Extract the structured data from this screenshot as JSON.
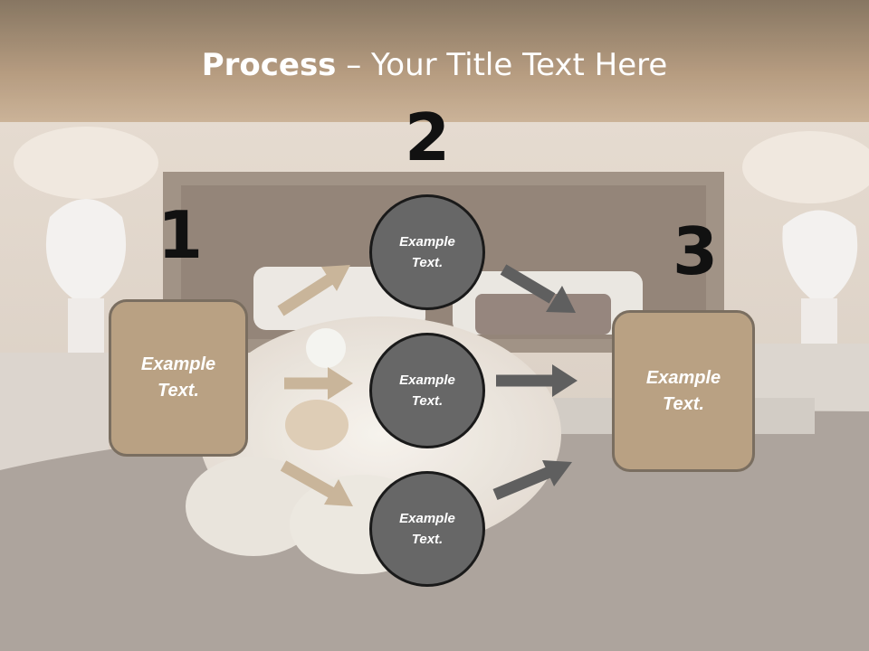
{
  "title": {
    "bold": "Process",
    "rest": " – Your Title Text Here"
  },
  "steps": {
    "one": "1",
    "two": "2",
    "three": "3"
  },
  "left_box": {
    "text": "Example Text."
  },
  "circles": [
    {
      "text": "Example Text."
    },
    {
      "text": "Example Text."
    },
    {
      "text": "Example Text."
    }
  ],
  "right_box": {
    "text": "Example Text."
  },
  "colors": {
    "box_fill": "#b9a183",
    "circle_fill": "#676767",
    "tan_arrow": "#c9b59a",
    "gray_arrow": "#5f5f5f"
  }
}
